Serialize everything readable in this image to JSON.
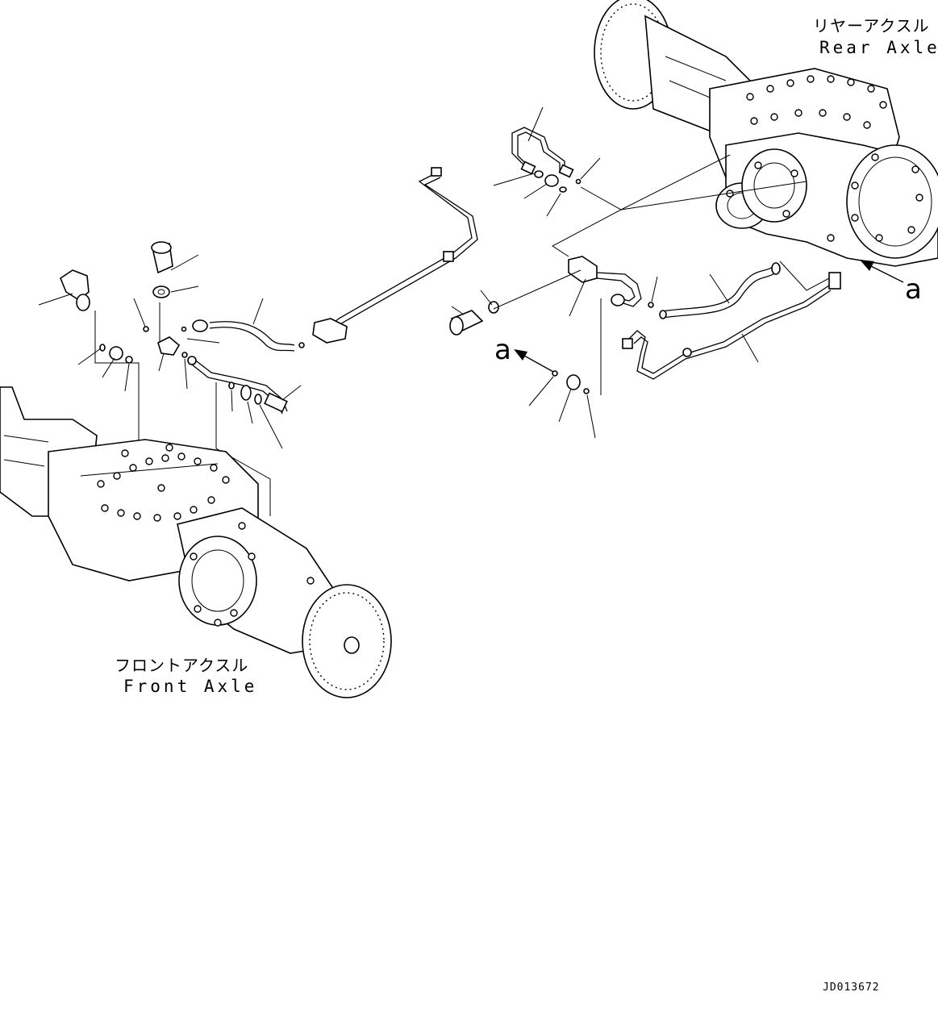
{
  "labels": {
    "rear_axle_jp": "リヤーアクスル",
    "rear_axle_en": "Rear Axle",
    "front_axle_jp": "フロントアクスル",
    "front_axle_en": "Front Axle",
    "view_marker_1": "a",
    "view_marker_2": "a",
    "drawing_code": "JD013672"
  }
}
